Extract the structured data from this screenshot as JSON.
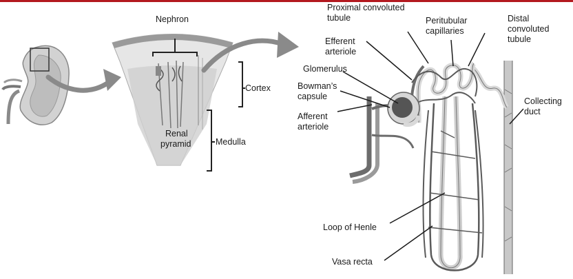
{
  "labels": {
    "nephron": "Nephron",
    "renal_pyramid_1": "Renal",
    "renal_pyramid_2": "pyramid",
    "cortex": "Cortex",
    "medulla": "Medulla",
    "proximal_1": "Proximal convoluted",
    "proximal_2": "tubule",
    "peritubular_1": "Peritubular",
    "peritubular_2": "capillaries",
    "distal_1": "Distal",
    "distal_2": "convoluted",
    "distal_3": "tubule",
    "efferent_1": "Efferent",
    "efferent_2": "arteriole",
    "glomerulus": "Glomerulus",
    "bowmans_1": "Bowman’s",
    "bowmans_2": "capsule",
    "afferent_1": "Afferent",
    "afferent_2": "arteriole",
    "collecting_1": "Collecting",
    "collecting_2": "duct",
    "loop_of_henle": "Loop of Henle",
    "vasa_recta": "Vasa recta"
  },
  "colors": {
    "top_border": "#b3191f",
    "label_text": "#1a1a1a",
    "vessel_dark": "#555555",
    "tubule_light": "#d9d9d9",
    "pyramid_fill": "#dedede"
  }
}
